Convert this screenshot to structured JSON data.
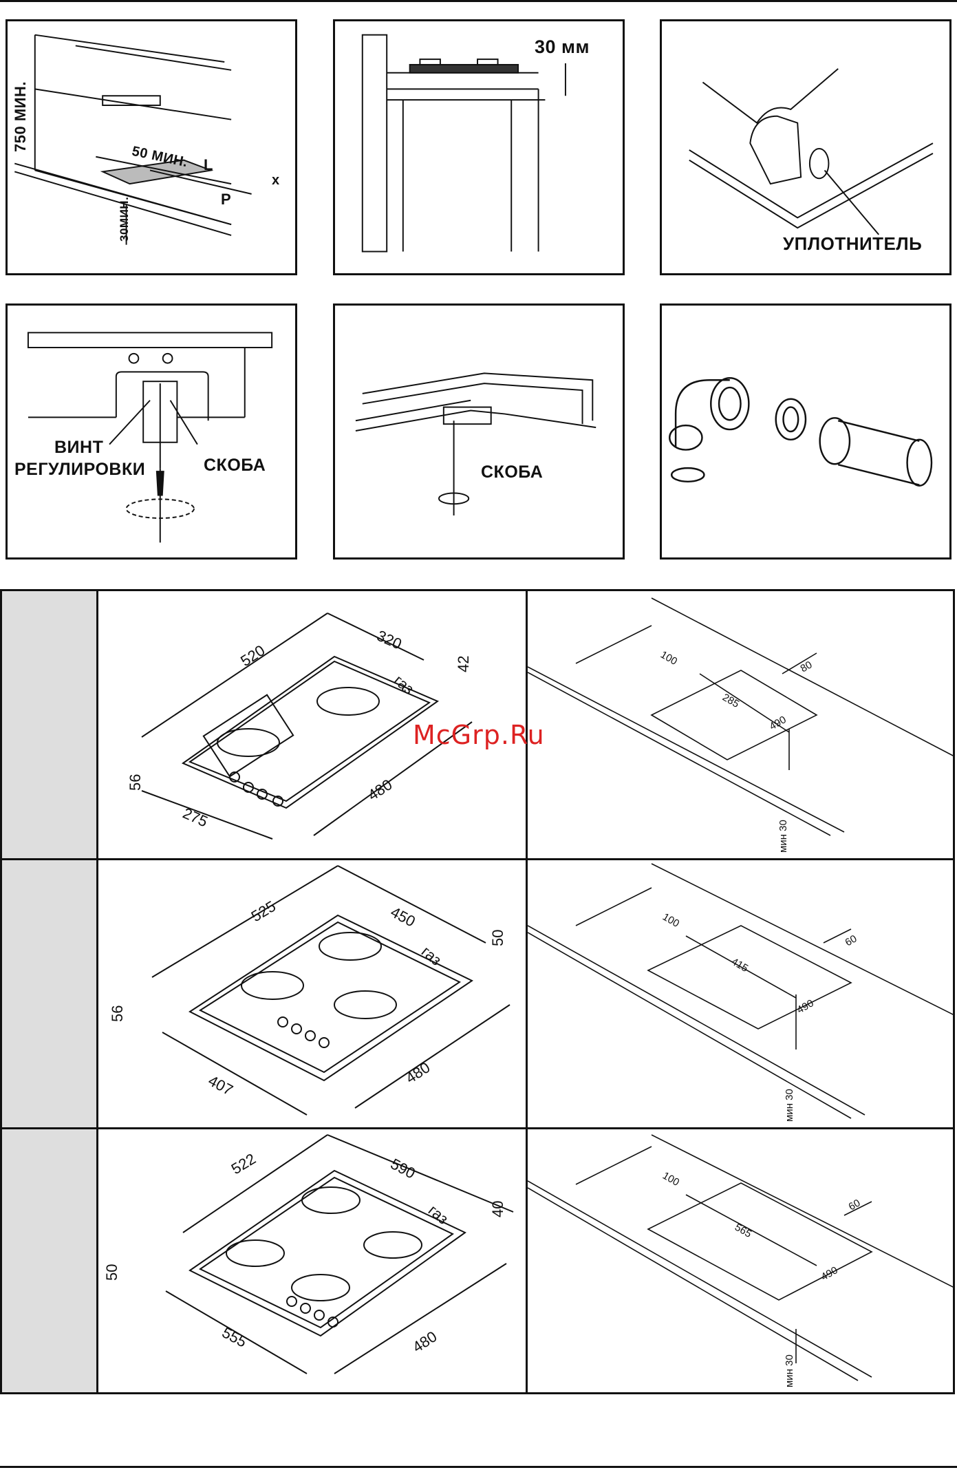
{
  "top_panels": {
    "p1": {
      "label_750": "750 МИН.",
      "label_50": "50 МИН.",
      "label_L": "L",
      "label_x": "x",
      "label_P": "P",
      "label_30": "30МИН."
    },
    "p2": {
      "label_30mm": "30 мм"
    },
    "p3": {
      "label_seal": "УПЛОТНИТЕЛЬ"
    },
    "p4": {
      "label_screw_1": "ВИНТ",
      "label_screw_2": "РЕГУЛИРОВКИ",
      "label_bracket": "СКОБА"
    },
    "p5": {
      "label_bracket": "СКОБА"
    },
    "p6": {}
  },
  "models": [
    {
      "hob": {
        "width": "520",
        "depth": "320",
        "height": "42",
        "side": "56",
        "front": "275",
        "cut": "480",
        "gas": "газ"
      },
      "cutout": {
        "a": "100",
        "b": "285",
        "c": "490",
        "d": "80",
        "min": "мин 30"
      }
    },
    {
      "hob": {
        "width": "525",
        "depth": "450",
        "height": "50",
        "side": "56",
        "front": "407",
        "cut": "480",
        "gas": "газ"
      },
      "cutout": {
        "a": "100",
        "b": "415",
        "c": "490",
        "d": "60",
        "min": "мин 30"
      }
    },
    {
      "hob": {
        "width": "522",
        "depth": "590",
        "height": "40",
        "side": "50",
        "front": "555",
        "cut": "480",
        "gas": "газ"
      },
      "cutout": {
        "a": "100",
        "b": "565",
        "c": "490",
        "d": "60",
        "min": "мин 30"
      }
    }
  ],
  "watermark": "McGrp.Ru"
}
